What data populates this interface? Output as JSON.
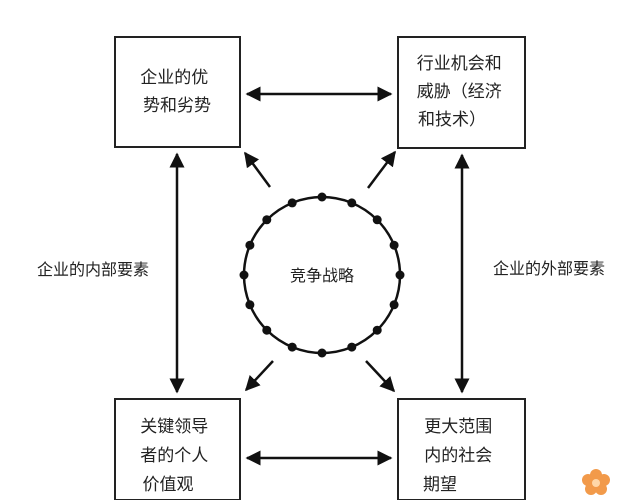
{
  "center": {
    "label": "竞争战略"
  },
  "nodes": {
    "top_left": {
      "lines": [
        "企业的优",
        "势和劣势"
      ]
    },
    "top_right": {
      "lines": [
        "行业机会和",
        "威胁（经济",
        "和技术）"
      ]
    },
    "bottom_left": {
      "lines": [
        "关键领导",
        "者的个人",
        "价值观"
      ]
    },
    "bottom_right": {
      "lines": [
        "更大范围",
        "内的社会",
        "期望"
      ]
    }
  },
  "side_labels": {
    "left": "企业的内部要素",
    "right": "企业的外部要素"
  },
  "colors": {
    "stroke": "#111111",
    "text": "#222222",
    "watermark": "#f29a4a"
  }
}
